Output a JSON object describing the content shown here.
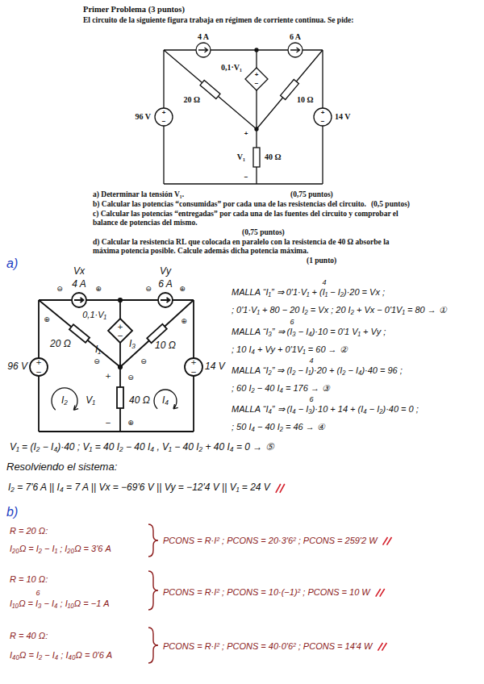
{
  "diagram": {
    "title": "Primer Problema (3 puntos)",
    "labels": [
      "El circuito de la siguiente figura trabaja en régimen de corriente continua. Se pide:",
      "4 A",
      "6 A",
      "0,1·V₁",
      "20 Ω",
      "10 Ω",
      "96 V",
      "14 V",
      "+",
      "V₁",
      "40 Ω",
      "−",
      "+",
      "−",
      "+",
      "−",
      "+",
      "−",
      "a) Determinar la tensión V₁.",
      "(0,75 puntos)",
      "b) Calcular las potencias “consumidas” por cada una de las resistencias del circuito.",
      "(0,5 puntos)",
      "c) Calcular las potencias “entregadas” por cada una de las fuentes del circuito y comprobar el balance de potencias del mismo.",
      "(0,75 puntos)",
      "d) Calcular la resistencia RL que colocada en paralelo con la resistencia de 40 Ω absorbe la máxima potencia posible. Calcule además dicha potencia máxima.",
      "(1 punto)",
      "a)",
      "Vx",
      "4 A",
      "Vy",
      "6 A",
      "⊖",
      "⊕",
      "⊖",
      "⊕",
      "0,1·V₁",
      "+",
      "−",
      "I₁",
      "I₃",
      "20 Ω",
      "10 Ω",
      "96 V",
      "14 V",
      "+",
      "−",
      "+",
      "−",
      "I₂",
      "I₄",
      "⊕",
      "⊖",
      "⊖",
      "⊕",
      "V₁",
      "+",
      "−",
      "⊖",
      "⊕",
      "40 Ω",
      "4",
      "MALLA “I₁” ⇒ 0'1·V₁ + (I₁ − I₂)·20 = Vx ;",
      "; 0'1·V₁ + 80 − 20 I₂ = Vx ; 20 I₂ + Vx − 0'1V₁ = 80 → ①",
      "6",
      "MALLA “I₃” ⇒ (I₃ − I₄)·10 = 0'1 V₁ + Vy ;",
      "; 10 I₄ + Vy + 0'1V₁ = 60 → ②",
      "4",
      "MALLA “I₂” ⇒ (I₂ − I₁)·20 + (I₂ − I₄)·40 = 96 ;",
      "; 60 I₂ − 40 I₄ = 176 → ③",
      "6",
      "MALLA “I₄” ⇒ (I₄ − I₃)·10 + 14 + (I₄ − I₂)·40 = 0 ;",
      "; 50 I₄ − 40 I₂ = 46 → ④",
      "V₁ = (I₂ − I₄)·40 ; V₁ = 40 I₂ − 40 I₄ , V₁ − 40 I₂ + 40 I₄ = 0 → ⑤",
      "Resolviendo el sistema:",
      "I₂ = 7'6 A || I₄ = 7 A || Vx = −69'6 V || Vy = −12'4 V || V₁ = 24 V",
      "b)",
      "R = 20 Ω:",
      "I₂₀Ω = I₂ − I₁ ; I₂₀Ω = 3'6 A",
      "PCONS = R·I² ; PCONS = 20·3'6² ; PCONS = 259'2 W",
      "R = 10 Ω:",
      "6",
      "I₁₀Ω = I₃ − I₄ ; I₁₀Ω = −1 A",
      "PCONS = R·I² ; PCONS = 10·(−1)² ; PCONS = 10 W",
      "R = 40 Ω:",
      "I₄₀Ω = I₂ − I₄ ; I₄₀Ω = 0'6 A",
      "PCONS = R·I² ; PCONS = 40·0'6² ; PCONS = 14'4 W"
    ]
  }
}
